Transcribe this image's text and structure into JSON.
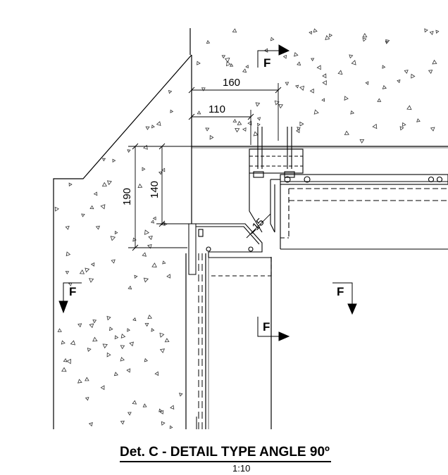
{
  "drawing": {
    "title": "Det. C  - DETAIL TYPE ANGLE 90º",
    "scale": "1:10",
    "dimensions": {
      "d160": "160",
      "d110": "110",
      "d190": "190",
      "d140": "140",
      "d15": "15"
    },
    "section_mark": "F",
    "colors": {
      "line": "#000000",
      "background": "#ffffff"
    }
  }
}
